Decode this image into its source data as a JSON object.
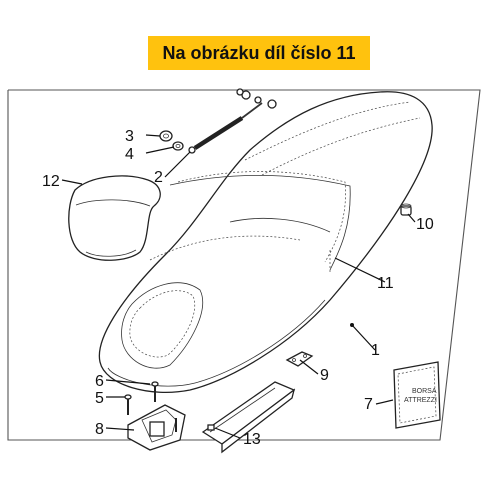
{
  "banner": {
    "text": "Na obrázku díl číslo 11"
  },
  "callouts": {
    "c1": "1",
    "c2": "2",
    "c3": "3",
    "c4": "4",
    "c5": "5",
    "c6": "6",
    "c7": "7",
    "c8": "8",
    "c9": "9",
    "c10": "10",
    "c11": "11",
    "c12": "12",
    "c13": "13"
  },
  "bag_label": {
    "line1": "BORSA",
    "line2": "ATTREZZI"
  },
  "colors": {
    "banner": "#ffc20e",
    "ink": "#111111"
  }
}
